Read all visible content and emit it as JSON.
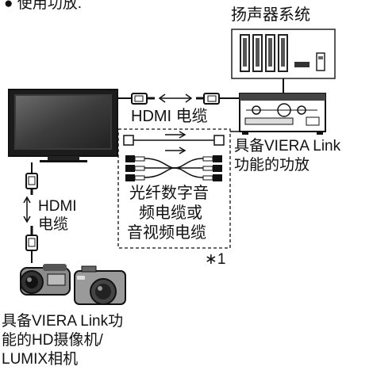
{
  "top_note": "● 使用功放.",
  "speaker_label": "扬声器系统",
  "hdmi_cable_top_label": "HDMI 电缆",
  "amp_label_line1": "具备VIERA Link",
  "amp_label_line2": "功能的功放",
  "optical_box_line1": "光纤数字音",
  "optical_box_line2": "频电缆或",
  "optical_box_line3": "音视频电缆",
  "footnote_mark": "∗1",
  "hdmi_cable_left_line1": "HDMI",
  "hdmi_cable_left_line2": "电缆",
  "camera_label_line1": "具备VIERA Link功",
  "camera_label_line2": "能的HD摄像机/",
  "camera_label_line3": "LUMIX相机",
  "colors": {
    "line": "#111111",
    "screen": "#2a2a2a",
    "panel_gray": "#9a9a9a",
    "arrow": "#111111"
  }
}
